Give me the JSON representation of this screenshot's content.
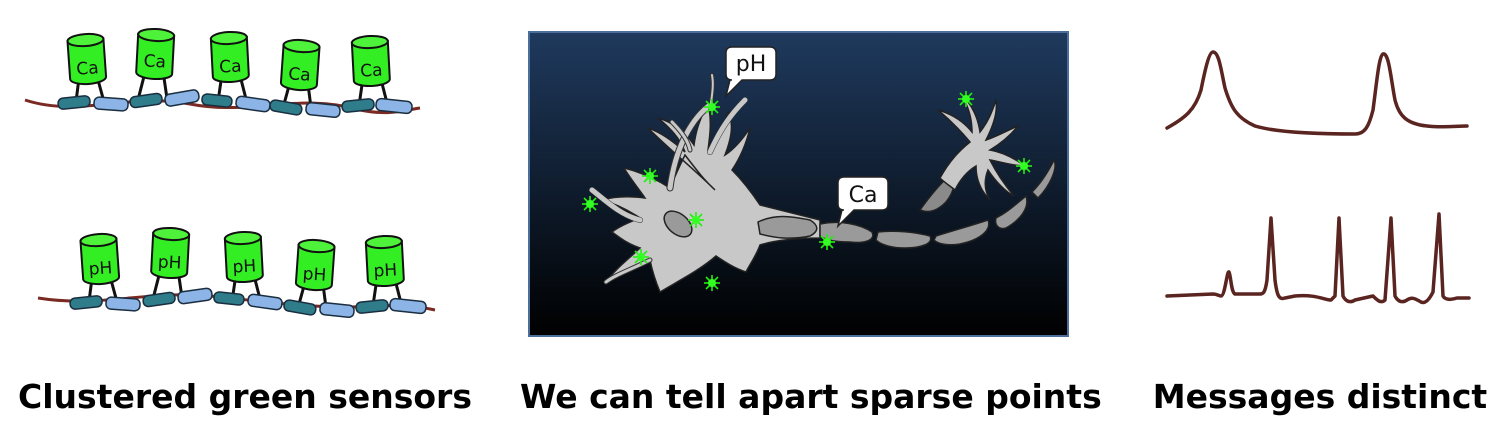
{
  "left_panel": {
    "top_row_sensor_label": "Ca",
    "bottom_row_sensor_label": "pH",
    "caption": "Clustered green sensors"
  },
  "middle_panel": {
    "callout_ph": "pH",
    "callout_ca": "Ca",
    "caption": "We can tell apart sparse points"
  },
  "right_panel": {
    "caption": "Messages distinct"
  },
  "colors": {
    "sensor_green": "#33ee22",
    "membrane": "#7a2a22",
    "trace": "#5a2420",
    "panel_bg_top": "#1f3a5e",
    "panel_bg_bottom": "#000000"
  }
}
